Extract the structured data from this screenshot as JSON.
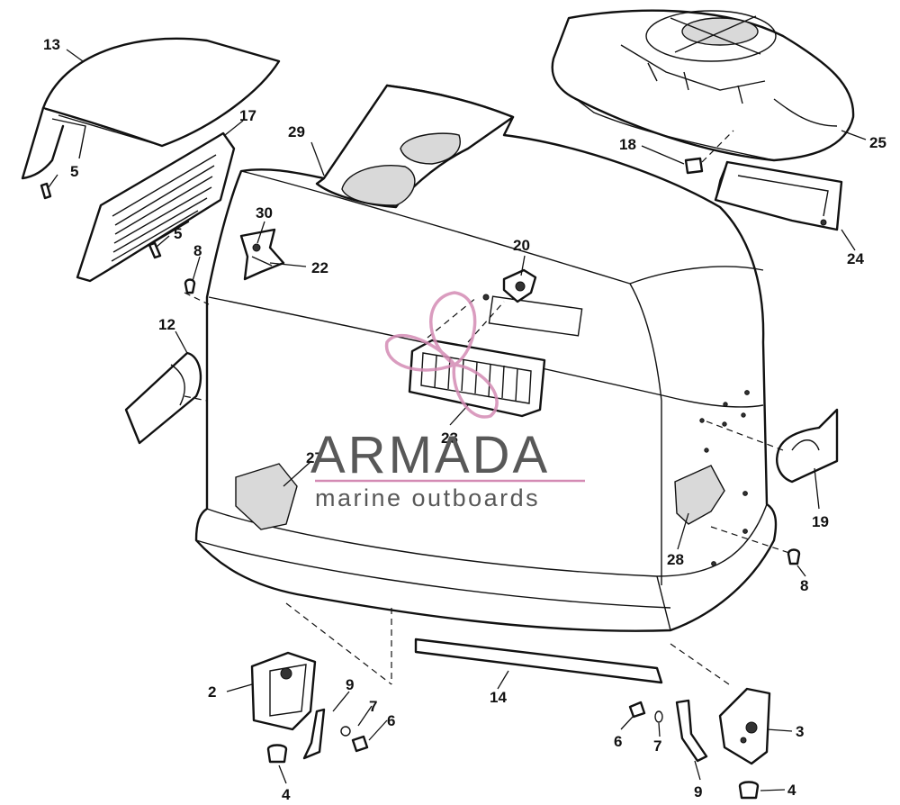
{
  "diagram": {
    "labels": {
      "l13": "13",
      "l17": "17",
      "l5a": "5",
      "l5b": "5",
      "l29": "29",
      "l30": "30",
      "l22": "22",
      "l8a": "8",
      "l12": "12",
      "l20": "20",
      "l23": "23",
      "l27": "27",
      "l18": "18",
      "l25": "25",
      "l24": "24",
      "l28": "28",
      "l19": "19",
      "l8b": "8",
      "l2": "2",
      "l9a": "9",
      "l7a": "7",
      "l6a": "6",
      "l4a": "4",
      "l14": "14",
      "l6b": "6",
      "l7b": "7",
      "l9b": "9",
      "l3": "3",
      "l4b": "4"
    }
  },
  "watermark": {
    "title": "ARMADA",
    "subtitle": "marine outboards",
    "accent_color": "#d48bb4",
    "text_color": "#585858"
  }
}
